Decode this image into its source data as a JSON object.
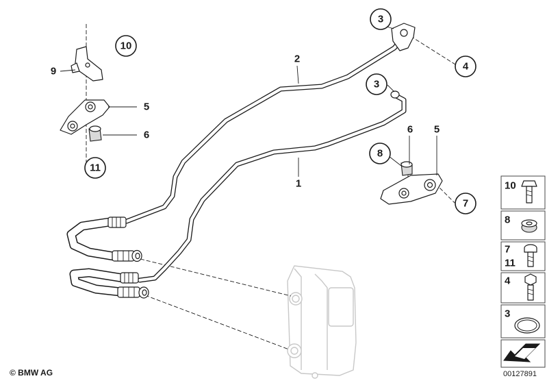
{
  "diagram": {
    "callouts": [
      {
        "id": "c10",
        "label": "10"
      },
      {
        "id": "c3a",
        "label": "3"
      },
      {
        "id": "c4",
        "label": "4"
      },
      {
        "id": "c3b",
        "label": "3"
      },
      {
        "id": "c8",
        "label": "8"
      },
      {
        "id": "c7",
        "label": "7"
      },
      {
        "id": "c11",
        "label": "11"
      }
    ],
    "plain_labels": [
      {
        "id": "p9",
        "label": "9"
      },
      {
        "id": "p5a",
        "label": "5"
      },
      {
        "id": "p6a",
        "label": "6"
      },
      {
        "id": "p2",
        "label": "2"
      },
      {
        "id": "p1",
        "label": "1"
      },
      {
        "id": "p6b",
        "label": "6"
      },
      {
        "id": "p5b",
        "label": "5"
      }
    ]
  },
  "legend": [
    {
      "lines": [
        "10"
      ],
      "icon": "bolt-flange-icon"
    },
    {
      "lines": [
        "8"
      ],
      "icon": "grommet-icon"
    },
    {
      "lines": [
        "7",
        "11"
      ],
      "icon": "bolt-short-icon"
    },
    {
      "lines": [
        "4"
      ],
      "icon": "bolt-hex-icon"
    },
    {
      "lines": [
        "3"
      ],
      "icon": "seal-ring-icon"
    },
    {
      "lines": [],
      "icon": "direction-arrow-icon"
    }
  ],
  "footer": {
    "copyright": "© BMW AG",
    "reference": "00127891"
  },
  "colors": {
    "ink": "#1a1a1a",
    "ghost": "#c8c8c8"
  }
}
